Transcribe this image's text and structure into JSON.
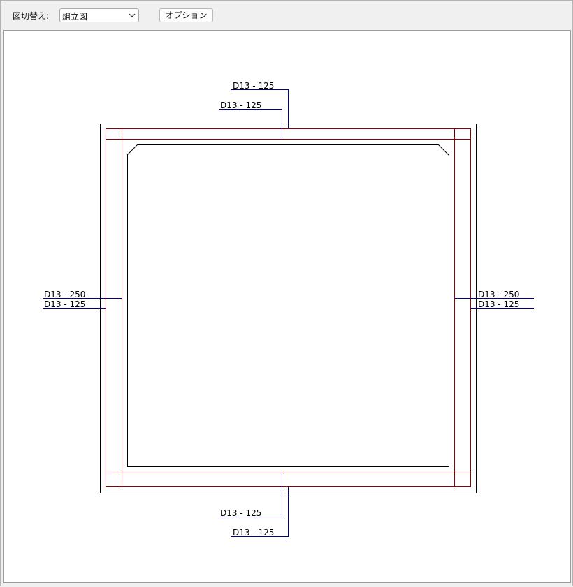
{
  "toolbar": {
    "view_switch_label": "図切替え:",
    "view_select_value": "組立図",
    "options_label": "オプション"
  },
  "drawing": {
    "colors": {
      "outline": "#000000",
      "rebar": "#8b0000",
      "leader": "#00008b"
    },
    "labels": {
      "top_outer": "D13 - 125",
      "top_inner": "D13 - 125",
      "left_upper": "D13 - 250",
      "left_lower": "D13 - 125",
      "right_upper": "D13 - 250",
      "right_lower": "D13 - 125",
      "bottom_inner": "D13 - 125",
      "bottom_outer": "D13 - 125"
    }
  }
}
